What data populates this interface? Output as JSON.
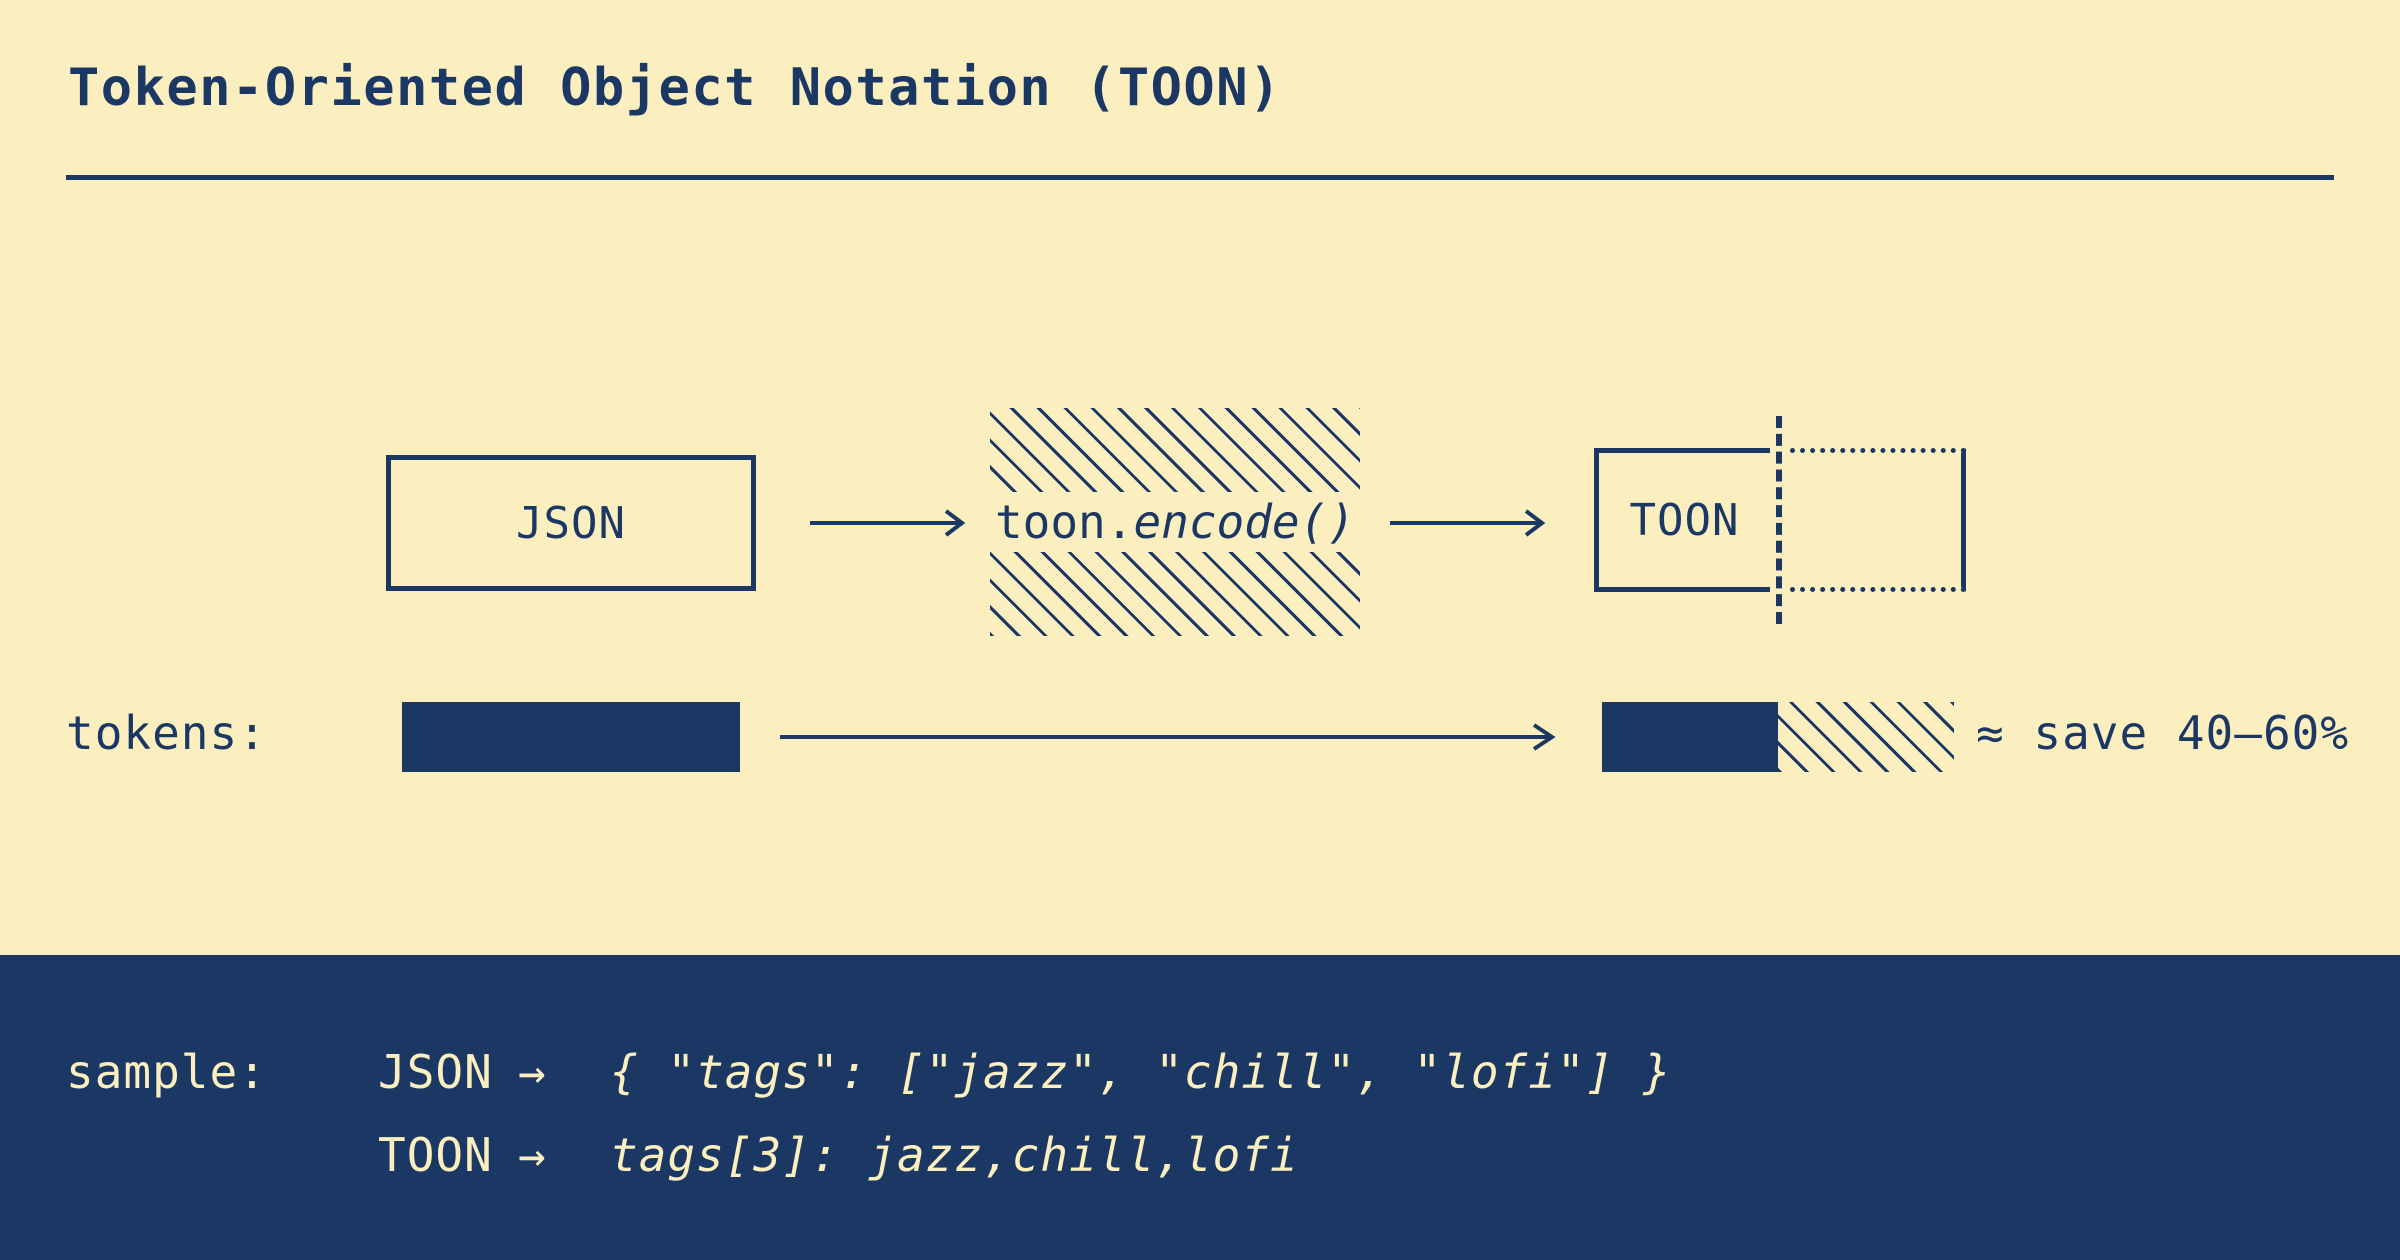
{
  "header": {
    "title": "Token-Oriented Object Notation (TOON)"
  },
  "colors": {
    "background": "#FBEFC0",
    "ink": "#1B3764",
    "band_background": "#1B3764",
    "band_text": "#FBEFC0"
  },
  "flow": {
    "source_label": "JSON",
    "arrow_1": "⟶",
    "encode_label_plain": "toon.",
    "encode_label_italic": "encode()",
    "arrow_2": "⟶",
    "target_label": "TOON"
  },
  "tokens": {
    "label": "tokens:",
    "arrow": "⟶",
    "savings_note": "≈ save 40–60%",
    "json_bar_relative_width": 100,
    "toon_bar_used_relative_width": 50,
    "toon_bar_saved_relative_width": 50
  },
  "sample": {
    "label": "sample:",
    "rows": [
      {
        "kind": "JSON",
        "arrow": "→",
        "code": "{ \"tags\": [\"jazz\", \"chill\", \"lofi\"] }"
      },
      {
        "kind": "TOON",
        "arrow": "→",
        "code": "tags[3]: jazz,chill,lofi"
      }
    ]
  }
}
